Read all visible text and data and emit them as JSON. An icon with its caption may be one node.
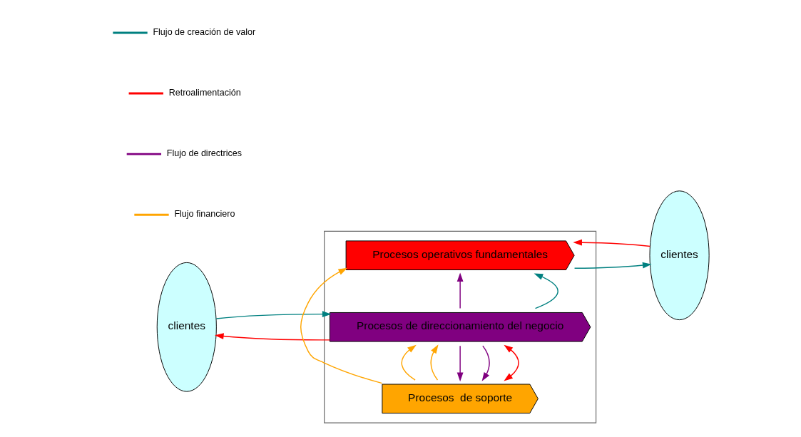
{
  "diagram": {
    "nodes": [
      {
        "text": [
          "clientes"
        ]
      },
      {
        "text": [],
        "shape": "chevron"
      },
      {
        "text": [
          "Procesos de direccionamiento del negocio"
        ],
        "in": 1
      },
      {
        "text": [
          "Procesos operativos fundamentales"
        ],
        "in": 1
      },
      {
        "text": [
          "Procesos  de soporte"
        ],
        "in": 1
      },
      {
        "text": [
          "clientes"
        ]
      }
    ],
    "edges": [
      {
        "from": 2,
        "to": 0,
        "arrow": "to",
        "color": "#ff0000"
      },
      {
        "from": 0,
        "to": 2,
        "arrow": "to",
        "color": "#008080"
      },
      {
        "from": 2,
        "to": 3,
        "arrow": "to",
        "color": "#008080"
      },
      {
        "from": 4,
        "to": 2,
        "arrow": "both",
        "color": "#ff0000"
      },
      {
        "from": 2,
        "to": 3,
        "arrow": "to",
        "color": "#800080"
      },
      {
        "from": 2,
        "to": 4,
        "arrow": "to",
        "color": "#800080"
      },
      {
        "from": 2,
        "to": 4,
        "arrow": "to",
        "color": "#800080"
      },
      {
        "from": 4,
        "to": 2,
        "arrow": "to",
        "color": "#ffa500"
      },
      {
        "from": 4,
        "to": 2,
        "arrow": "to",
        "color": "#ffa500"
      },
      {
        "from": 4,
        "to": 3,
        "arrow": "to",
        "color": "#ffa500"
      },
      {
        "from": 3,
        "to": 5,
        "arrow": "to",
        "color": "#008080"
      },
      {
        "from": 5,
        "to": 3,
        "arrow": "to",
        "color": "#ff0000"
      }
    ],
    "legend": [
      {
        "text": "Flujo de creación de valor",
        "color": "#008080"
      },
      {
        "text": "Retroalimentación",
        "color": "#ff0000"
      },
      {
        "text": "Flujo de directrices",
        "color": "#800080"
      },
      {
        "text": "Flujo financiero",
        "color": "#ffa500"
      }
    ]
  }
}
